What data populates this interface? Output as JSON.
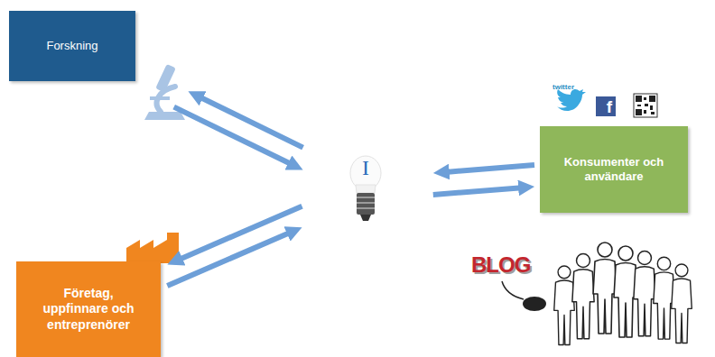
{
  "diagram": {
    "nodes": [
      {
        "text": [
          "Forskning"
        ]
      },
      {
        "text": [
          "I"
        ]
      },
      {
        "text": [
          "Konsumenter och användare"
        ]
      },
      {
        "text": [
          "Företag, uppfinnare och entreprenörer"
        ]
      }
    ],
    "edges": [
      {
        "from": 1,
        "to": 0,
        "arrow": "to"
      },
      {
        "from": 0,
        "to": 1,
        "arrow": "to"
      },
      {
        "from": 2,
        "to": 1,
        "arrow": "to"
      },
      {
        "from": 1,
        "to": 2,
        "arrow": "to"
      },
      {
        "from": 1,
        "to": 3,
        "arrow": "to"
      },
      {
        "from": 3,
        "to": 1,
        "arrow": "to"
      }
    ],
    "labels": [
      "twitter",
      "f",
      "BLOG"
    ]
  }
}
